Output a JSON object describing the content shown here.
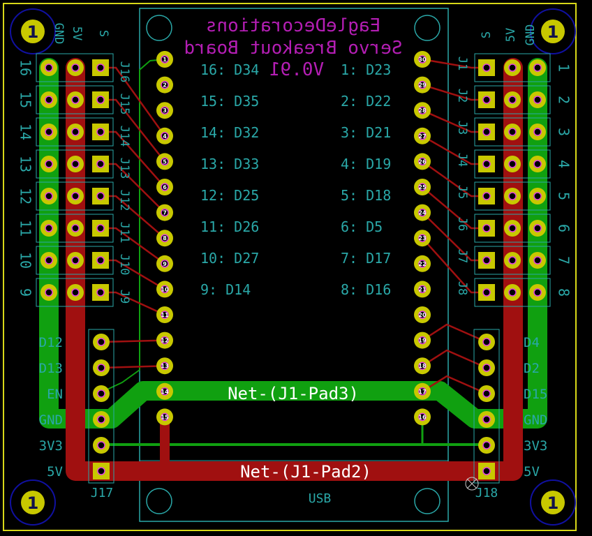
{
  "board": {
    "title": "EagleDecorations",
    "subtitle": "Servo Breakout Board",
    "version": "V0.91"
  },
  "colors": {
    "background": "#000000",
    "edge_cuts": "#d8d818",
    "silkscreen": "#2aa8a8",
    "back_silk": "#b41eb4",
    "copper_front": "#a01010",
    "copper_back": "#10a010",
    "pad": "#c8c800",
    "pad_ring": "#e040e0",
    "mount_hole": "#1010a0"
  },
  "mounting_holes": [
    "1",
    "1",
    "1",
    "1"
  ],
  "left_header": {
    "col_labels": [
      "GND",
      "5V",
      "S"
    ],
    "rows": [
      {
        "num": "16",
        "ref": "J16"
      },
      {
        "num": "15",
        "ref": "J15"
      },
      {
        "num": "14",
        "ref": "J14"
      },
      {
        "num": "13",
        "ref": "J13"
      },
      {
        "num": "12",
        "ref": "J12"
      },
      {
        "num": "11",
        "ref": "J11"
      },
      {
        "num": "10",
        "ref": "J10"
      },
      {
        "num": "9",
        "ref": "J9"
      }
    ]
  },
  "right_header": {
    "col_labels": [
      "S",
      "5V",
      "GND"
    ],
    "rows": [
      {
        "num": "1",
        "ref": "J1"
      },
      {
        "num": "2",
        "ref": "J2"
      },
      {
        "num": "3",
        "ref": "J3"
      },
      {
        "num": "4",
        "ref": "J4"
      },
      {
        "num": "5",
        "ref": "J5"
      },
      {
        "num": "6",
        "ref": "J6"
      },
      {
        "num": "7",
        "ref": "J7"
      },
      {
        "num": "8",
        "ref": "J8"
      }
    ]
  },
  "mapping_left": [
    "16: D34",
    "15: D35",
    "14: D32",
    "13: D33",
    "12: D25",
    "11: D26",
    "10: D27",
    "9: D14"
  ],
  "mapping_right": [
    "1: D23",
    "2: D22",
    "3: D21",
    "4: D19",
    "5: D18",
    "6: D5",
    "7: D17",
    "8: D16"
  ],
  "j17": {
    "ref": "J17",
    "labels": [
      "D12",
      "D13",
      "EN",
      "GND",
      "3V3",
      "5V"
    ]
  },
  "j18": {
    "ref": "J18",
    "labels": [
      "D4",
      "D2",
      "D15",
      "GND",
      "3V3",
      "5V"
    ]
  },
  "nets": {
    "gnd_net": "Net-(J1-Pad3)",
    "power_net": "Net-(J1-Pad2)"
  },
  "usb_label": "USB",
  "esp_left_pins": [
    "1",
    "2",
    "3",
    "4",
    "5",
    "6",
    "7",
    "8",
    "9",
    "10",
    "11",
    "12",
    "13",
    "14",
    "15"
  ],
  "esp_right_pins": [
    "30",
    "29",
    "28",
    "27",
    "26",
    "25",
    "24",
    "23",
    "22",
    "21",
    "20",
    "19",
    "18",
    "17",
    "16"
  ]
}
